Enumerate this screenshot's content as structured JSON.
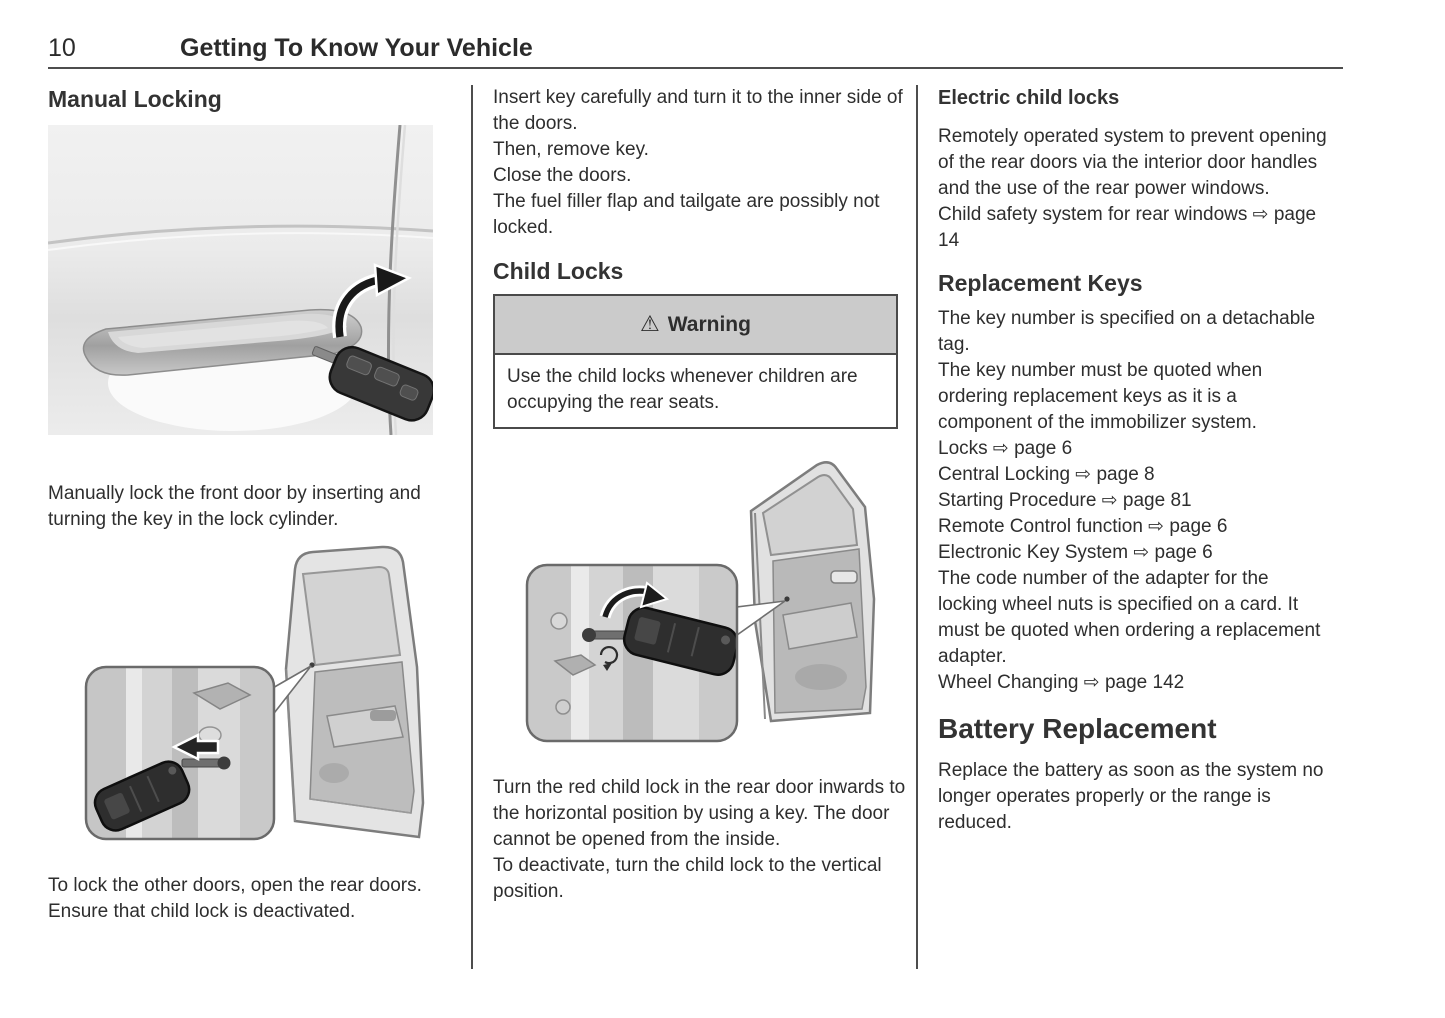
{
  "header": {
    "page_number": "10",
    "chapter_title": "Getting To Know Your Vehicle"
  },
  "icons": {
    "warning_triangle": "⚠",
    "page_reference_arrow": "⇨"
  },
  "colors": {
    "text": "#2e2e2e",
    "rule": "#4d4d4d",
    "warning_header_bg": "#cbcbcb",
    "warning_border": "#4a4a4a",
    "illustration_bg": "#ececec"
  },
  "left_column": {
    "heading": "Manual Locking",
    "paragraph_1": "Manually lock the front door by inserting and turning the key in the lock cylinder.",
    "paragraph_2": "To lock the other doors, open the rear doors. Ensure that child lock is deactivated."
  },
  "middle_column": {
    "intro_lines": [
      "Insert key carefully and turn it to the inner side of the doors.",
      "Then, remove key.",
      "Close the doors.",
      "The fuel filler flap and tailgate are possibly not locked."
    ],
    "heading": "Child Locks",
    "warning": {
      "title": "Warning",
      "body": "Use the child locks whenever children are occupying the rear seats."
    },
    "outro_lines": [
      "Turn the red child lock in the rear door inwards to the horizontal position by using a key. The door cannot be opened from the inside.",
      "To deactivate, turn the child lock to the vertical position."
    ]
  },
  "right_column": {
    "subheading": "Electric child locks",
    "electric_lines": [
      "Remotely operated system to prevent opening of the rear doors via the interior door handles and the use of the rear power windows.",
      "Child safety system for rear windows ⇨ page 14"
    ],
    "replacement_heading": "Replacement Keys",
    "replacement_lines": [
      "The key number is specified on a detachable tag.",
      "The key number must be quoted when ordering replacement keys as it is a component of the immobilizer system.",
      "Locks ⇨ page 6",
      "Central Locking ⇨ page 8",
      "Starting Procedure ⇨ page 81",
      "Remote Control function ⇨ page 6",
      "Electronic Key System ⇨ page 6",
      "The code number of the adapter for the locking wheel nuts is specified on a card. It must be quoted when ordering a replacement adapter.",
      "Wheel Changing ⇨ page 142"
    ],
    "battery_heading": "Battery Replacement",
    "battery_paragraph": "Replace the battery as soon as the system no longer operates properly or the range is reduced."
  }
}
